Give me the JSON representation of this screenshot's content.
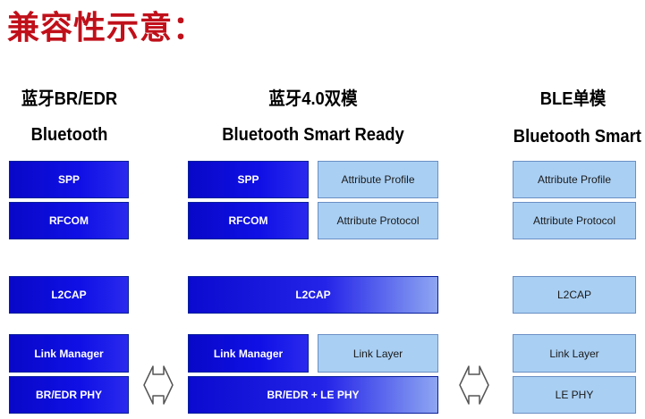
{
  "title": {
    "text": "兼容性示意：",
    "color": "#c0101a"
  },
  "columns": {
    "br_edr": {
      "name": "蓝牙BR/EDR",
      "subtitle": "Bluetooth"
    },
    "dual": {
      "name": "蓝牙4.0双模",
      "subtitle": "Bluetooth Smart Ready"
    },
    "ble": {
      "name": "BLE单模",
      "subtitle": "Bluetooth Smart"
    }
  },
  "br_edr_stack": {
    "spp": "SPP",
    "rfcom": "RFCOM",
    "l2cap": "L2CAP",
    "link_manager": "Link Manager",
    "phy": "BR/EDR PHY"
  },
  "dual_stack": {
    "spp": "SPP",
    "rfcom": "RFCOM",
    "attribute_profile": "Attribute Profile",
    "attribute_protocol": "Attribute Protocol",
    "l2cap": "L2CAP",
    "link_manager": "Link Manager",
    "link_layer": "Link Layer",
    "phy": "BR/EDR + LE PHY"
  },
  "ble_stack": {
    "attribute_profile": "Attribute Profile",
    "attribute_protocol": "Attribute Protocol",
    "l2cap": "L2CAP",
    "link_layer": "Link Layer",
    "phy": "LE PHY"
  },
  "colors": {
    "dark_block": "#1010e6",
    "light_block": "#a9cff3"
  },
  "icons": {
    "connector": "double-arrow-icon"
  }
}
